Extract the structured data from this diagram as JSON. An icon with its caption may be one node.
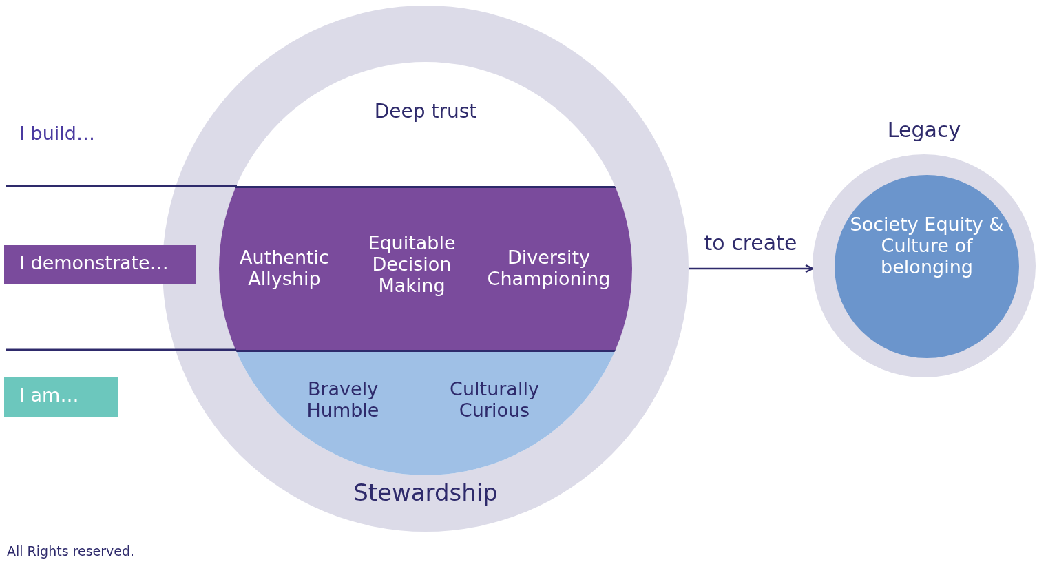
{
  "diagram": {
    "nodes": [
      {
        "text": [
          "Stewardship"
        ]
      },
      {
        "text": [
          "Deep trust"
        ],
        "in": 0
      },
      {
        "text": [
          "Authentic Allyship",
          "Equitable Decision Making",
          "Diversity Championing"
        ],
        "in": 1
      },
      {
        "text": [
          "Bravely Humble",
          "Culturally Curious"
        ],
        "in": 1
      },
      {
        "text": [
          "I demonstrate…"
        ]
      },
      {
        "text": [
          "I am…"
        ]
      },
      {
        "text": [
          "Legacy"
        ]
      },
      {
        "text": [
          "Society Equity & Culture of belonging"
        ],
        "in": 6
      }
    ],
    "edges": [
      {
        "from": 0,
        "to": 6,
        "arrow": "to",
        "label": "to create"
      }
    ],
    "labels": [
      "I build…",
      "All Rights reserved."
    ]
  }
}
